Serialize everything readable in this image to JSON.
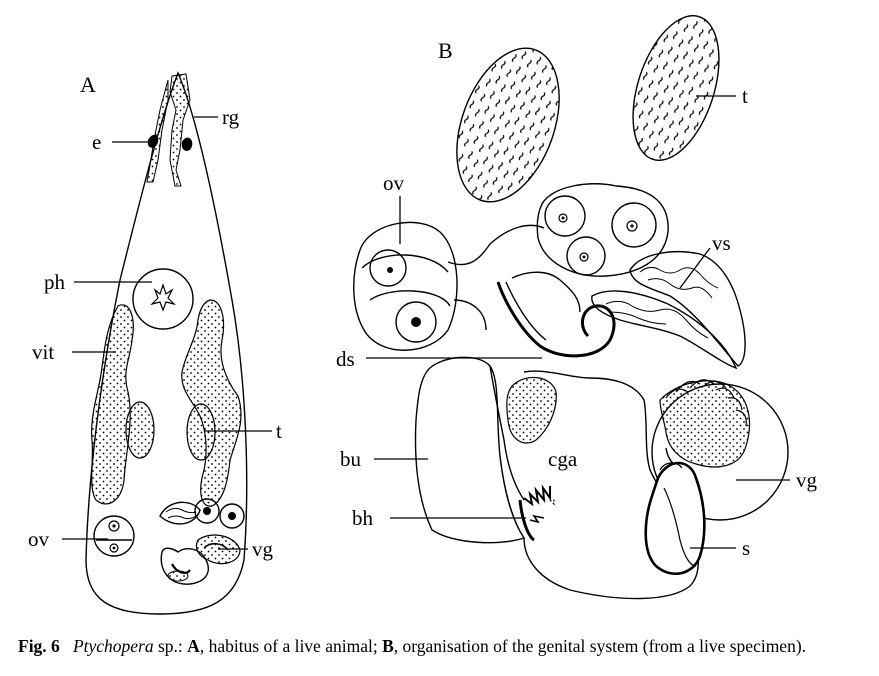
{
  "panels": {
    "A": {
      "title": "A",
      "labels": {
        "rg": "rg",
        "e": "e",
        "ph": "ph",
        "vit": "vit",
        "t": "t",
        "ov": "ov",
        "vg": "vg"
      }
    },
    "B": {
      "title": "B",
      "labels": {
        "t": "t",
        "ov": "ov",
        "vs": "vs",
        "ds": "ds",
        "bu": "bu",
        "cga": "cga",
        "vg": "vg",
        "bh": "bh",
        "s": "s"
      }
    }
  },
  "caption": {
    "fig": "Fig. 6",
    "genus": "Ptychopera",
    "sp": " sp.: ",
    "a_letter": "A",
    "a_text": ", habitus of a live animal; ",
    "b_letter": "B",
    "b_text": ", organisation of the genital system (from a live specimen)."
  }
}
